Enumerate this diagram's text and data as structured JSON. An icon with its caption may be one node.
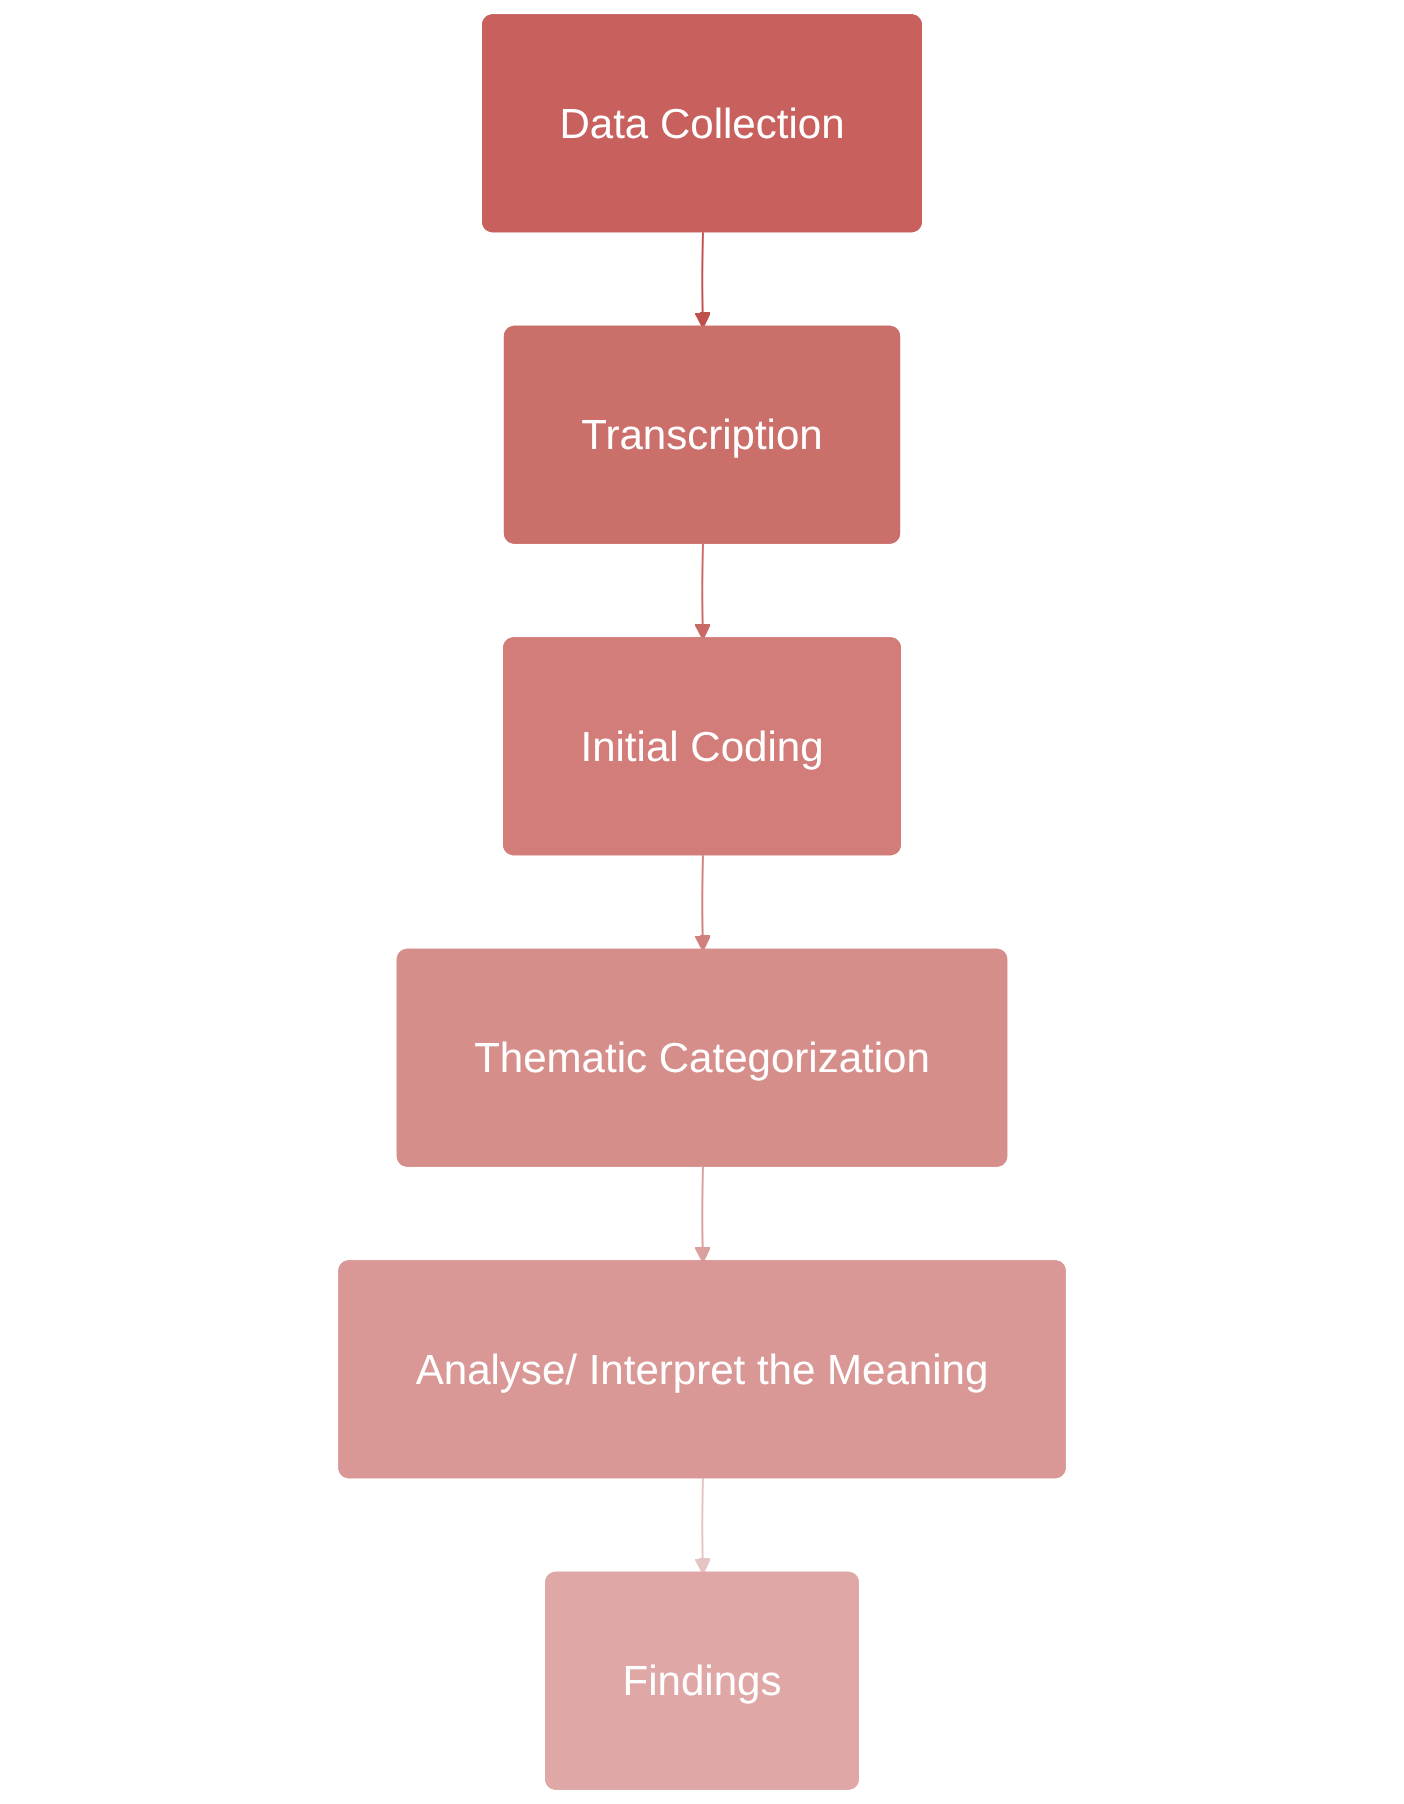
{
  "diagram": {
    "nodes": [
      {
        "text": [
          "Data Collection"
        ]
      },
      {
        "text": [
          "Transcription"
        ]
      },
      {
        "text": [
          "Initial Coding"
        ]
      },
      {
        "text": [
          "Thematic Categorization"
        ]
      },
      {
        "text": [
          "Analyse/ Interpret the Meaning"
        ]
      },
      {
        "text": [
          "Findings"
        ]
      }
    ],
    "edges": [
      {
        "from": 0,
        "to": 1,
        "arrow": "to",
        "color": "#c0504d"
      },
      {
        "from": 1,
        "to": 2,
        "arrow": "to",
        "color": "#c96a67"
      },
      {
        "from": 2,
        "to": 3,
        "arrow": "to",
        "color": "#d0817e"
      },
      {
        "from": 3,
        "to": 4,
        "arrow": "to",
        "color": "#d9a09e"
      },
      {
        "from": 4,
        "to": 5,
        "arrow": "to",
        "color": "#e6c4c3"
      }
    ]
  }
}
